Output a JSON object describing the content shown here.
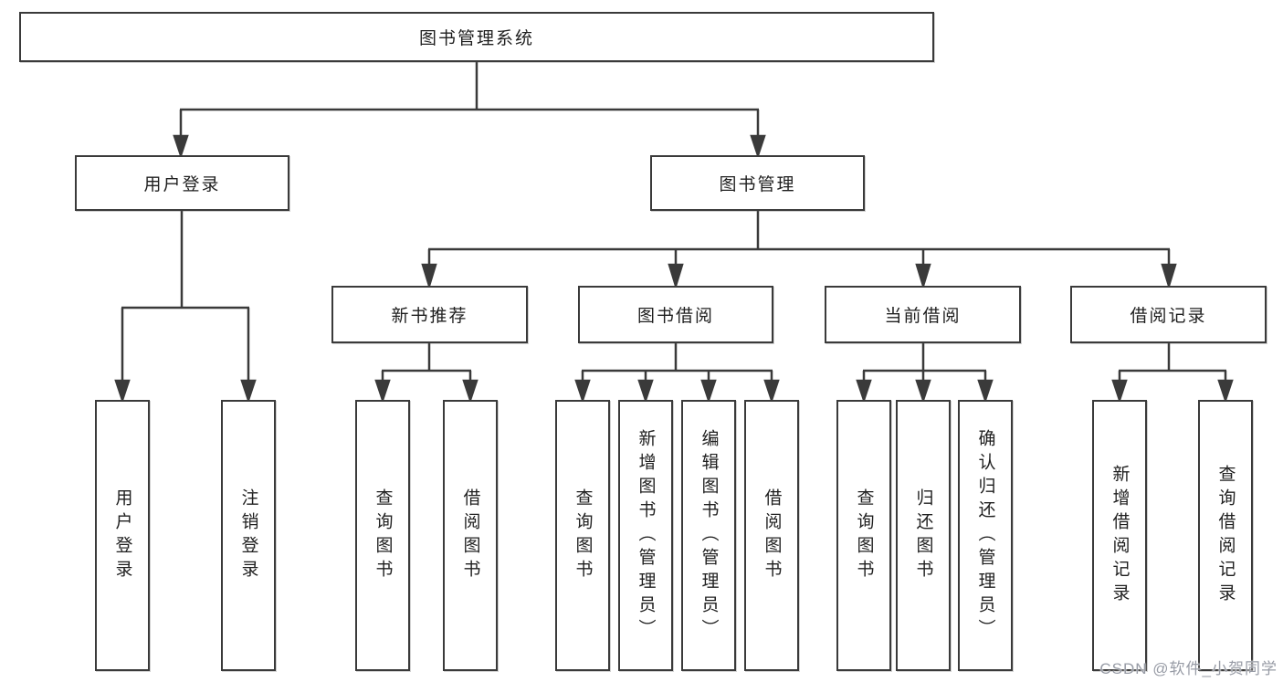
{
  "title": "图书管理系统",
  "level2": [
    {
      "label": "用户登录"
    },
    {
      "label": "图书管理"
    }
  ],
  "level3": [
    {
      "label": "新书推荐",
      "parent": "图书管理"
    },
    {
      "label": "图书借阅",
      "parent": "图书管理"
    },
    {
      "label": "当前借阅",
      "parent": "图书管理"
    },
    {
      "label": "借阅记录",
      "parent": "图书管理"
    }
  ],
  "leaves": [
    {
      "label": "用户登录",
      "parent": "用户登录"
    },
    {
      "label": "注销登录",
      "parent": "用户登录"
    },
    {
      "label": "查询图书",
      "parent": "新书推荐"
    },
    {
      "label": "借阅图书",
      "parent": "新书推荐"
    },
    {
      "label": "查询图书",
      "parent": "图书借阅"
    },
    {
      "label": "新增图书（管理员）",
      "parent": "图书借阅"
    },
    {
      "label": "编辑图书（管理员）",
      "parent": "图书借阅"
    },
    {
      "label": "借阅图书",
      "parent": "图书借阅"
    },
    {
      "label": "查询图书",
      "parent": "当前借阅"
    },
    {
      "label": "归还图书",
      "parent": "当前借阅"
    },
    {
      "label": "确认归还（管理员）",
      "parent": "当前借阅"
    },
    {
      "label": "新增借阅记录",
      "parent": "借阅记录"
    },
    {
      "label": "查询借阅记录",
      "parent": "借阅记录"
    }
  ],
  "watermark": "CSDN @软件_小贺同学",
  "colors": {
    "line": "#3a3a3a",
    "box_border": "#3a3a3a",
    "text": "#1f1f1f",
    "background": "#ffffff",
    "watermark": "#989ca6"
  }
}
